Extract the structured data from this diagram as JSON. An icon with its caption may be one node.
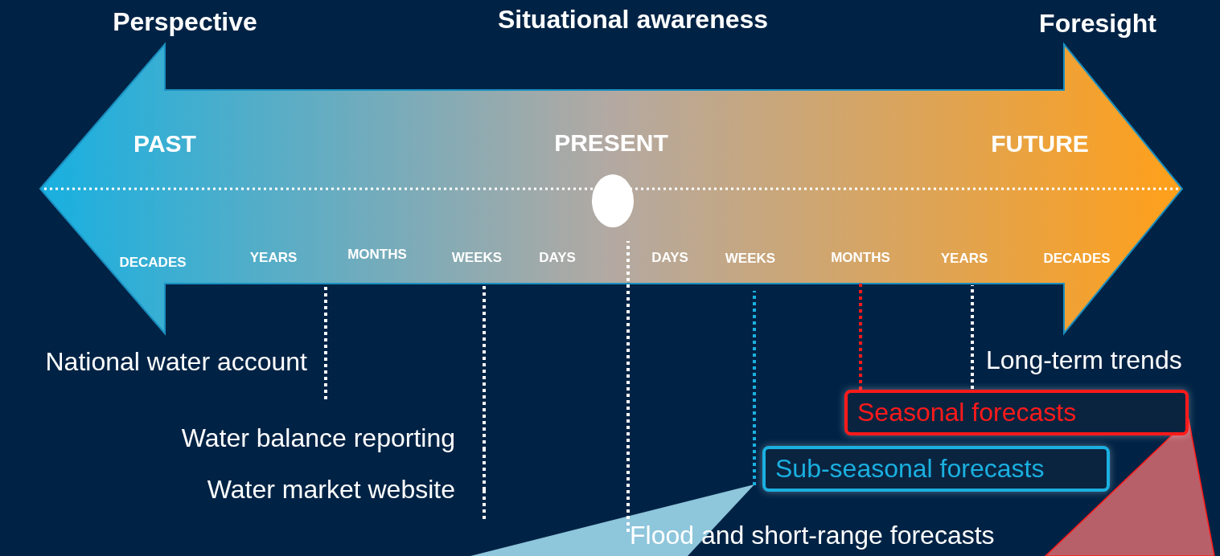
{
  "diagram": {
    "nodes": [
      {
        "text": [
          "National water account"
        ]
      },
      {
        "text": [
          "Water balance reporting"
        ]
      },
      {
        "text": [
          "Water market website"
        ]
      },
      {
        "text": [
          "Flood and short-range forecasts"
        ]
      },
      {
        "text": [
          "Sub-seasonal forecasts"
        ]
      },
      {
        "text": [
          "Seasonal forecasts"
        ]
      },
      {
        "text": [
          "Long-term trends"
        ]
      },
      {
        "text": [],
        "shape": "triangle"
      },
      {
        "text": [],
        "shape": "triangle"
      }
    ],
    "edges": [
      {
        "from": 0,
        "to": null,
        "arrow": "none",
        "style": "dashed"
      },
      {
        "from": 1,
        "to": null,
        "arrow": "none",
        "style": "dashed"
      },
      {
        "from": 2,
        "to": null,
        "arrow": "none",
        "style": "dashed"
      },
      {
        "from": 3,
        "to": null,
        "arrow": "none",
        "style": "dashed"
      },
      {
        "from": 4,
        "to": null,
        "arrow": "none",
        "style": "dashed",
        "color": "#1ab0e0"
      },
      {
        "from": 5,
        "to": null,
        "arrow": "none",
        "style": "dashed",
        "color": "#ff1a1a"
      },
      {
        "from": 6,
        "to": null,
        "arrow": "none",
        "style": "dashed"
      }
    ],
    "labels": [
      "Perspective",
      "Situational awareness",
      "Foresight",
      "PAST",
      "PRESENT",
      "FUTURE",
      "DECADES",
      "YEARS",
      "MONTHS",
      "WEEKS",
      "DAYS",
      "DAYS",
      "WEEKS",
      "MONTHS",
      "YEARS",
      "DECADES"
    ]
  }
}
